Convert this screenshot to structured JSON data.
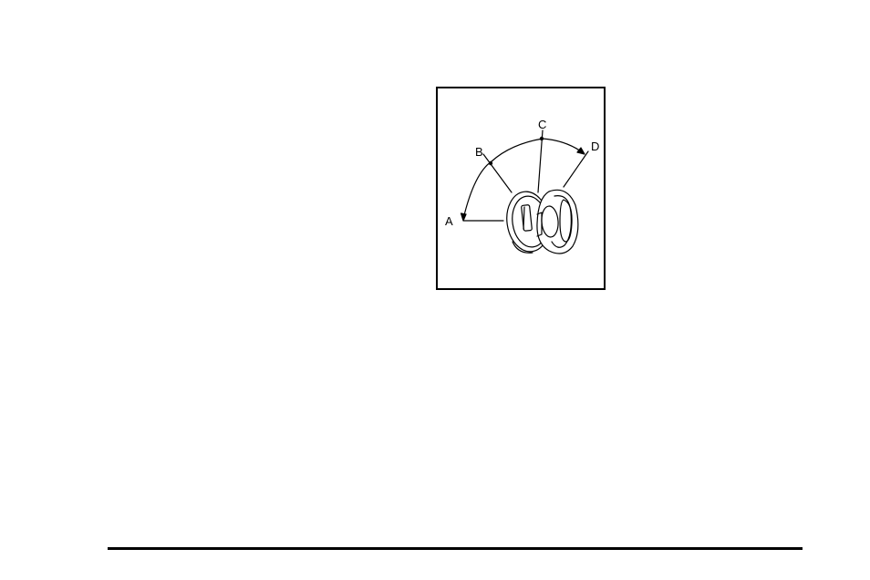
{
  "figure": {
    "callouts": {
      "a": "A",
      "b": "B",
      "c": "C",
      "d": "D"
    },
    "line_color": "#000000",
    "background_color": "#ffffff"
  }
}
